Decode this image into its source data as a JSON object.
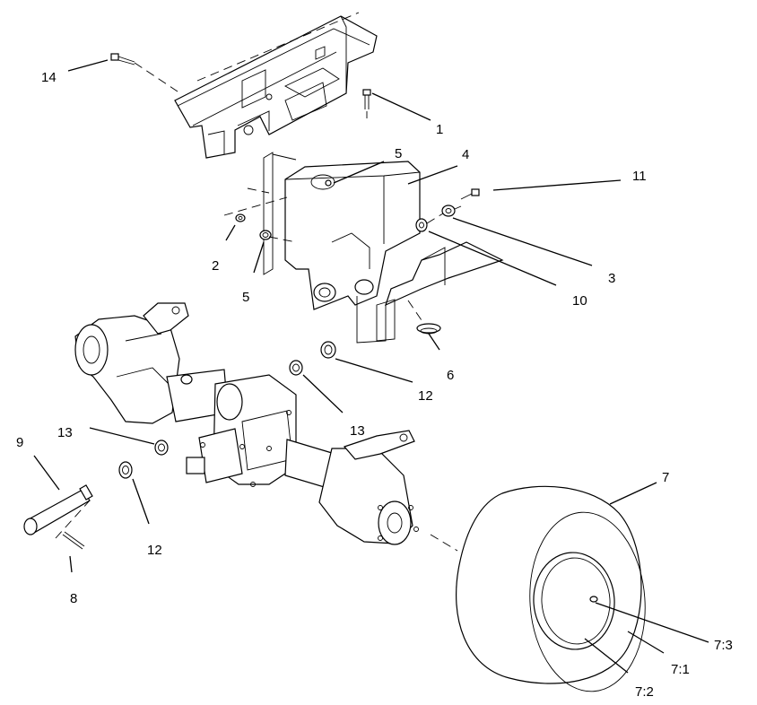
{
  "callouts": {
    "c1": "1",
    "c2": "2",
    "c3": "3",
    "c4": "4",
    "c5a": "5",
    "c5b": "5",
    "c6": "6",
    "c7": "7",
    "c7_1": "7:1",
    "c7_2": "7:2",
    "c7_3": "7:3",
    "c8": "8",
    "c9": "9",
    "c10": "10",
    "c11": "11",
    "c12a": "12",
    "c12b": "12",
    "c13a": "13",
    "c13b": "13",
    "c14": "14"
  }
}
